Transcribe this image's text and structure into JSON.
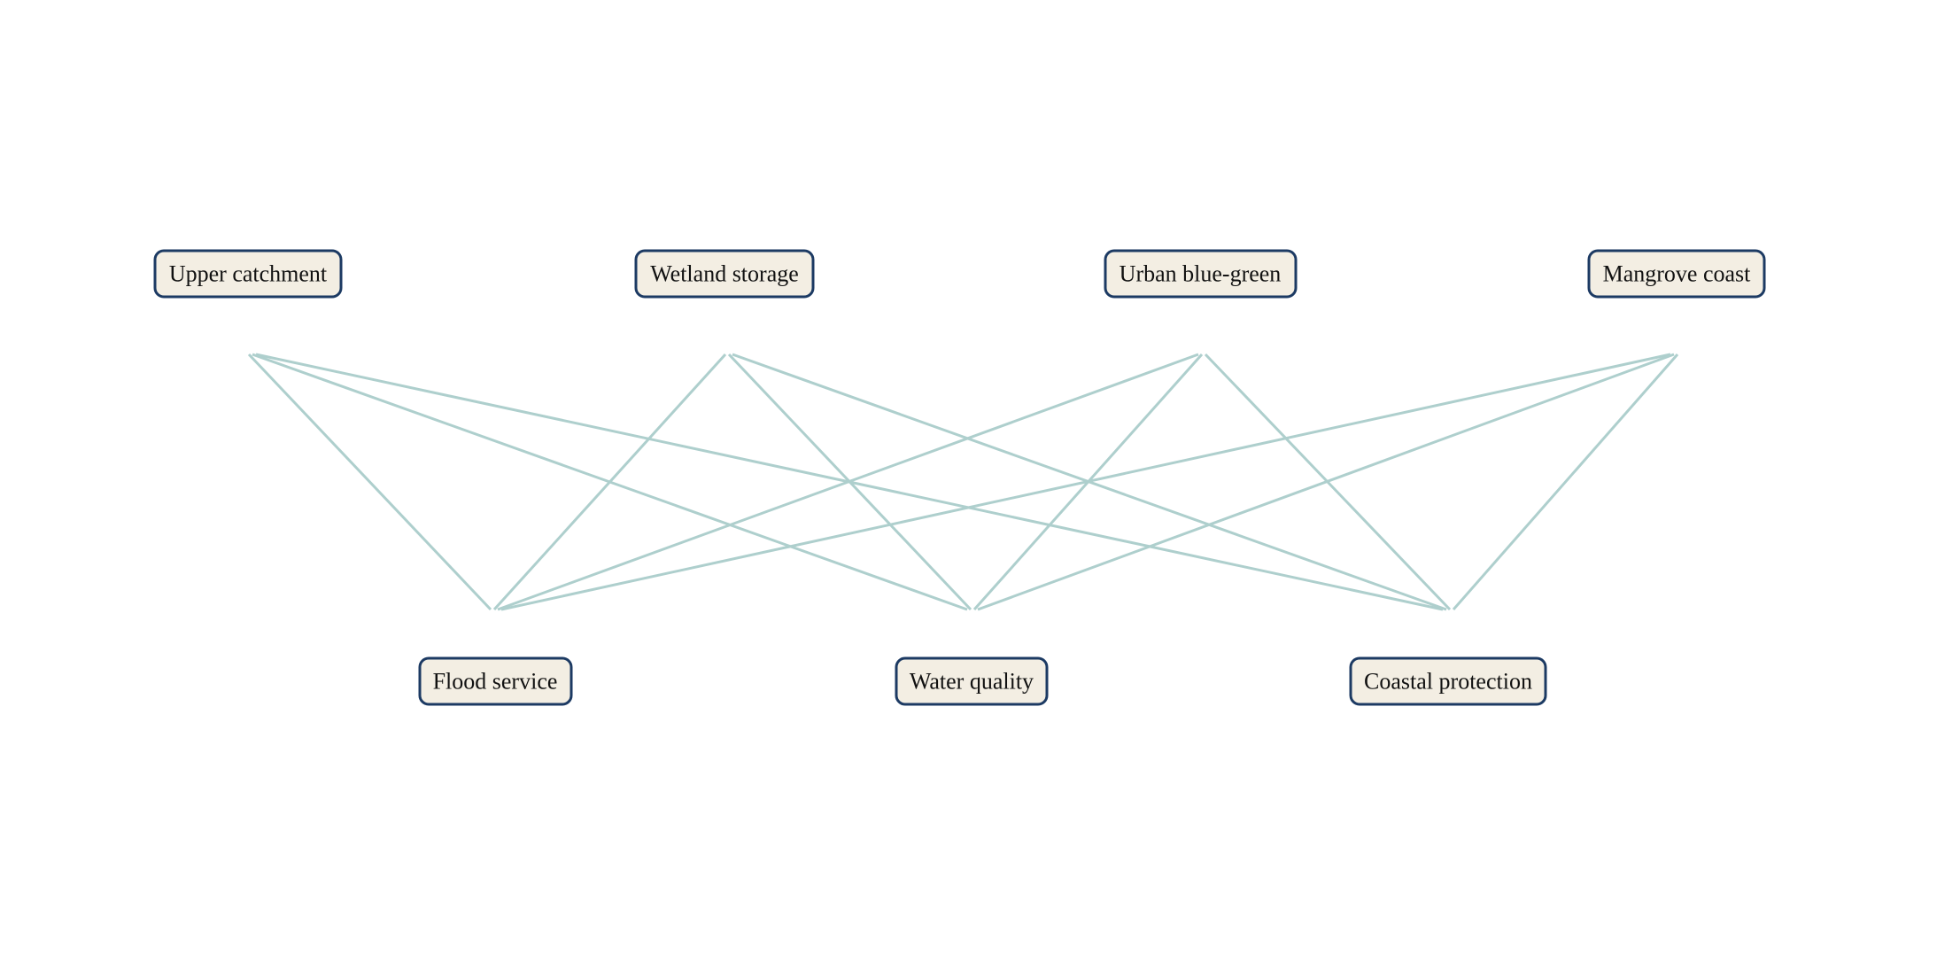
{
  "colors": {
    "node_fill": "#f3eee3",
    "node_border": "#1c3a63",
    "edge": "#aecfcd",
    "background": "#ffffff"
  },
  "diagram": {
    "top_nodes": [
      {
        "id": "upper-catchment",
        "label": "Upper catchment"
      },
      {
        "id": "wetland-storage",
        "label": "Wetland storage"
      },
      {
        "id": "urban-blue-green",
        "label": "Urban blue-green"
      },
      {
        "id": "mangrove-coast",
        "label": "Mangrove coast"
      }
    ],
    "bottom_nodes": [
      {
        "id": "flood-service",
        "label": "Flood service"
      },
      {
        "id": "water-quality",
        "label": "Water quality"
      },
      {
        "id": "coastal-protection",
        "label": "Coastal protection"
      }
    ],
    "edges": [
      {
        "from": "upper-catchment",
        "to": "flood-service"
      },
      {
        "from": "upper-catchment",
        "to": "water-quality"
      },
      {
        "from": "upper-catchment",
        "to": "coastal-protection"
      },
      {
        "from": "wetland-storage",
        "to": "flood-service"
      },
      {
        "from": "wetland-storage",
        "to": "water-quality"
      },
      {
        "from": "wetland-storage",
        "to": "coastal-protection"
      },
      {
        "from": "urban-blue-green",
        "to": "flood-service"
      },
      {
        "from": "urban-blue-green",
        "to": "water-quality"
      },
      {
        "from": "urban-blue-green",
        "to": "coastal-protection"
      },
      {
        "from": "mangrove-coast",
        "to": "flood-service"
      },
      {
        "from": "mangrove-coast",
        "to": "water-quality"
      },
      {
        "from": "mangrove-coast",
        "to": "coastal-protection"
      }
    ]
  }
}
